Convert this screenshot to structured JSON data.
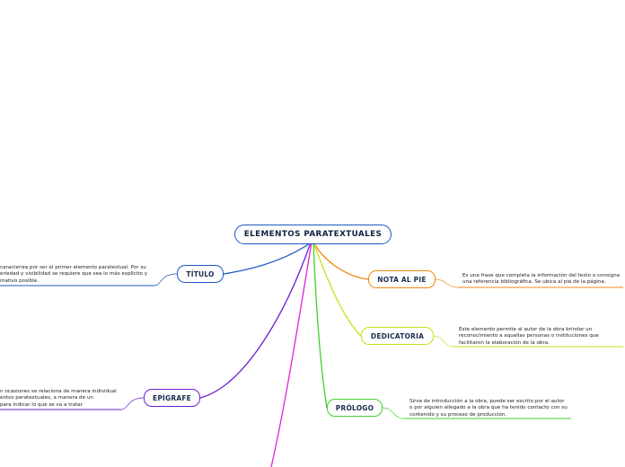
{
  "central": {
    "label": "ELEMENTOS PARATEXTUALES",
    "color": "#1f57c4"
  },
  "branches": [
    {
      "id": "titulo",
      "label": "TÍTULO",
      "color": "#1f57c4",
      "lines": [
        "caracteriza por ser el primer elemento paratextual. Por su",
        "eriedad y visibilidad se requiere que sea lo más explicito y",
        "mativo posible."
      ]
    },
    {
      "id": "epigrafe",
      "label": "EPÍGRAFE",
      "color": "#6a1fd1",
      "lines": [
        "n ocasiones se relaciona de manera individual",
        "entos paratextuales, a manera de un",
        "para indicar lo que se va a tratar"
      ]
    },
    {
      "id": "nota-al-pie",
      "label": "NOTA AL PIE",
      "color": "#f08a12",
      "lines": [
        "Es una frase que completa la información del texto o consigna",
        "una referencia bibliográfica. Se ubica al pie de la página."
      ]
    },
    {
      "id": "dedicatoria",
      "label": "DEDICATORIA",
      "color": "#c6e21a",
      "lines": [
        "Este elemento permite al autor de la obra brindar un",
        "reconocimiento a aquellas personas o instituciones que",
        "facilitaron la elaboración de la obra."
      ]
    },
    {
      "id": "prologo",
      "label": "PRÓLOGO",
      "color": "#3fd12a",
      "lines": [
        "Sirve de introducción a la obra, puede ser escrito por el autor",
        "o por alguien allegado a la obra que ha tenido contacto con su",
        "contenido y su proceso de producción."
      ]
    },
    {
      "id": "offscreen",
      "label": "",
      "color": "#e021d8",
      "lines": []
    }
  ]
}
